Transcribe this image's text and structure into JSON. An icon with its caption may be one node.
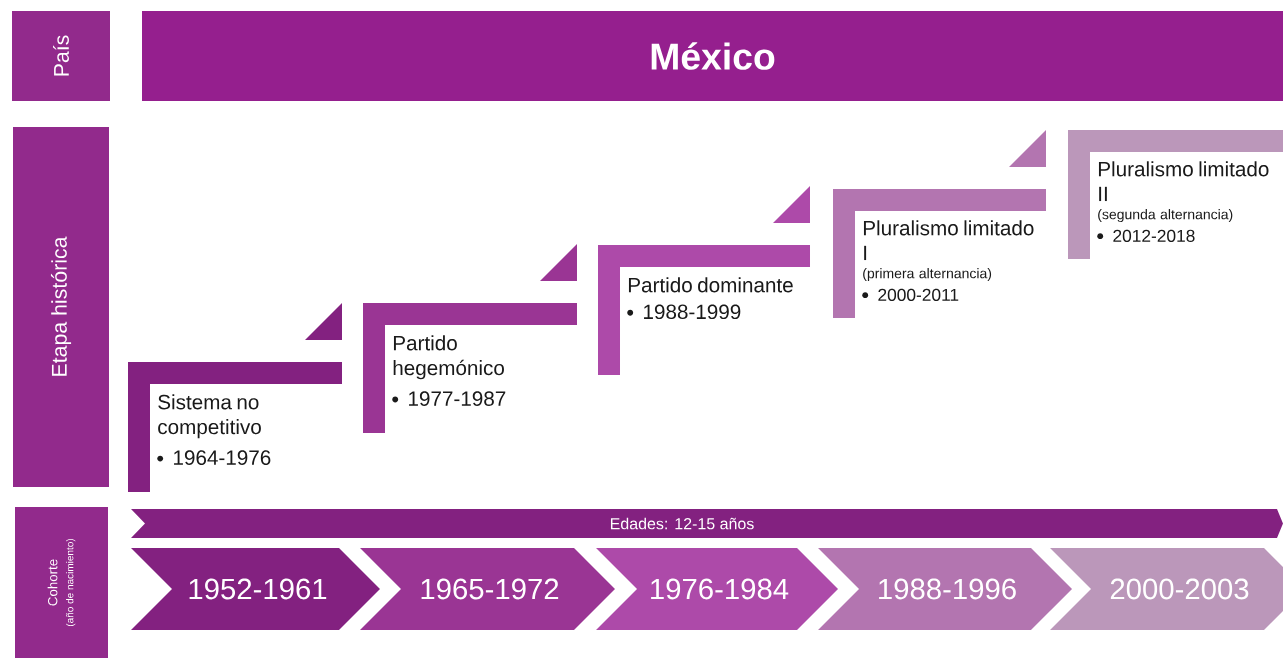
{
  "diagram": {
    "nodes": [
      {
        "text": [
          "País"
        ]
      },
      {
        "text": [
          "México"
        ]
      },
      {
        "text": [
          "Etapa histórica"
        ]
      },
      {
        "text": [
          "Sistema no competitivo",
          "1964-1976"
        ]
      },
      {
        "text": [
          "Partido hegemónico",
          "1977-1987"
        ]
      },
      {
        "text": [
          "Partido dominante",
          "1988-1999"
        ]
      },
      {
        "text": [
          "Pluralismo limitado I",
          "(primera alternancia)",
          "2000-2011"
        ]
      },
      {
        "text": [
          "Pluralismo limitado II",
          "(segunda alternancia)",
          "2012-2018"
        ]
      },
      {
        "text": [
          "Cohorte",
          "(año de nacimiento)"
        ]
      },
      {
        "text": [
          "Edades: 12-15 años"
        ]
      },
      {
        "text": [
          "1952-1961"
        ]
      },
      {
        "text": [
          "1965-1972"
        ]
      },
      {
        "text": [
          "1976-1984"
        ]
      },
      {
        "text": [
          "1988-1996"
        ]
      },
      {
        "text": [
          "2000-2003"
        ]
      }
    ]
  }
}
